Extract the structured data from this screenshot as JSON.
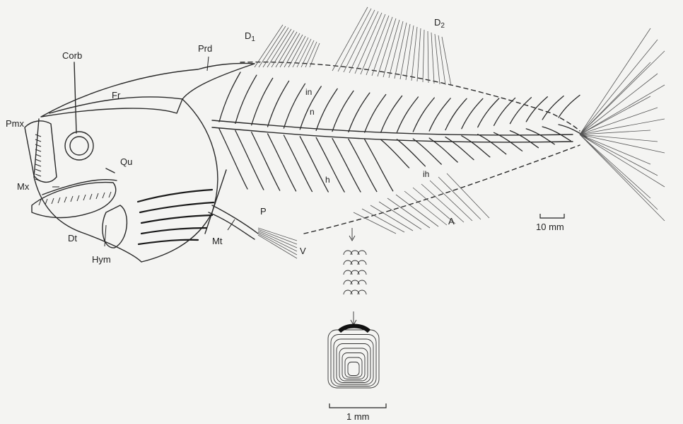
{
  "labels": {
    "corb": "Corb",
    "pmx": "Pmx",
    "fr": "Fr",
    "prd": "Prd",
    "d1_letter": "D",
    "d1_sub": "1",
    "d2_letter": "D",
    "d2_sub": "2",
    "in": "in",
    "n": "n",
    "qu": "Qu",
    "mx": "Mx",
    "h": "h",
    "ih": "ih",
    "p": "P",
    "a": "A",
    "dt": "Dt",
    "hym": "Hym",
    "mt": "Mt",
    "v": "V"
  },
  "scale_bars": {
    "skeleton": "10 mm",
    "scale": "1 mm"
  }
}
